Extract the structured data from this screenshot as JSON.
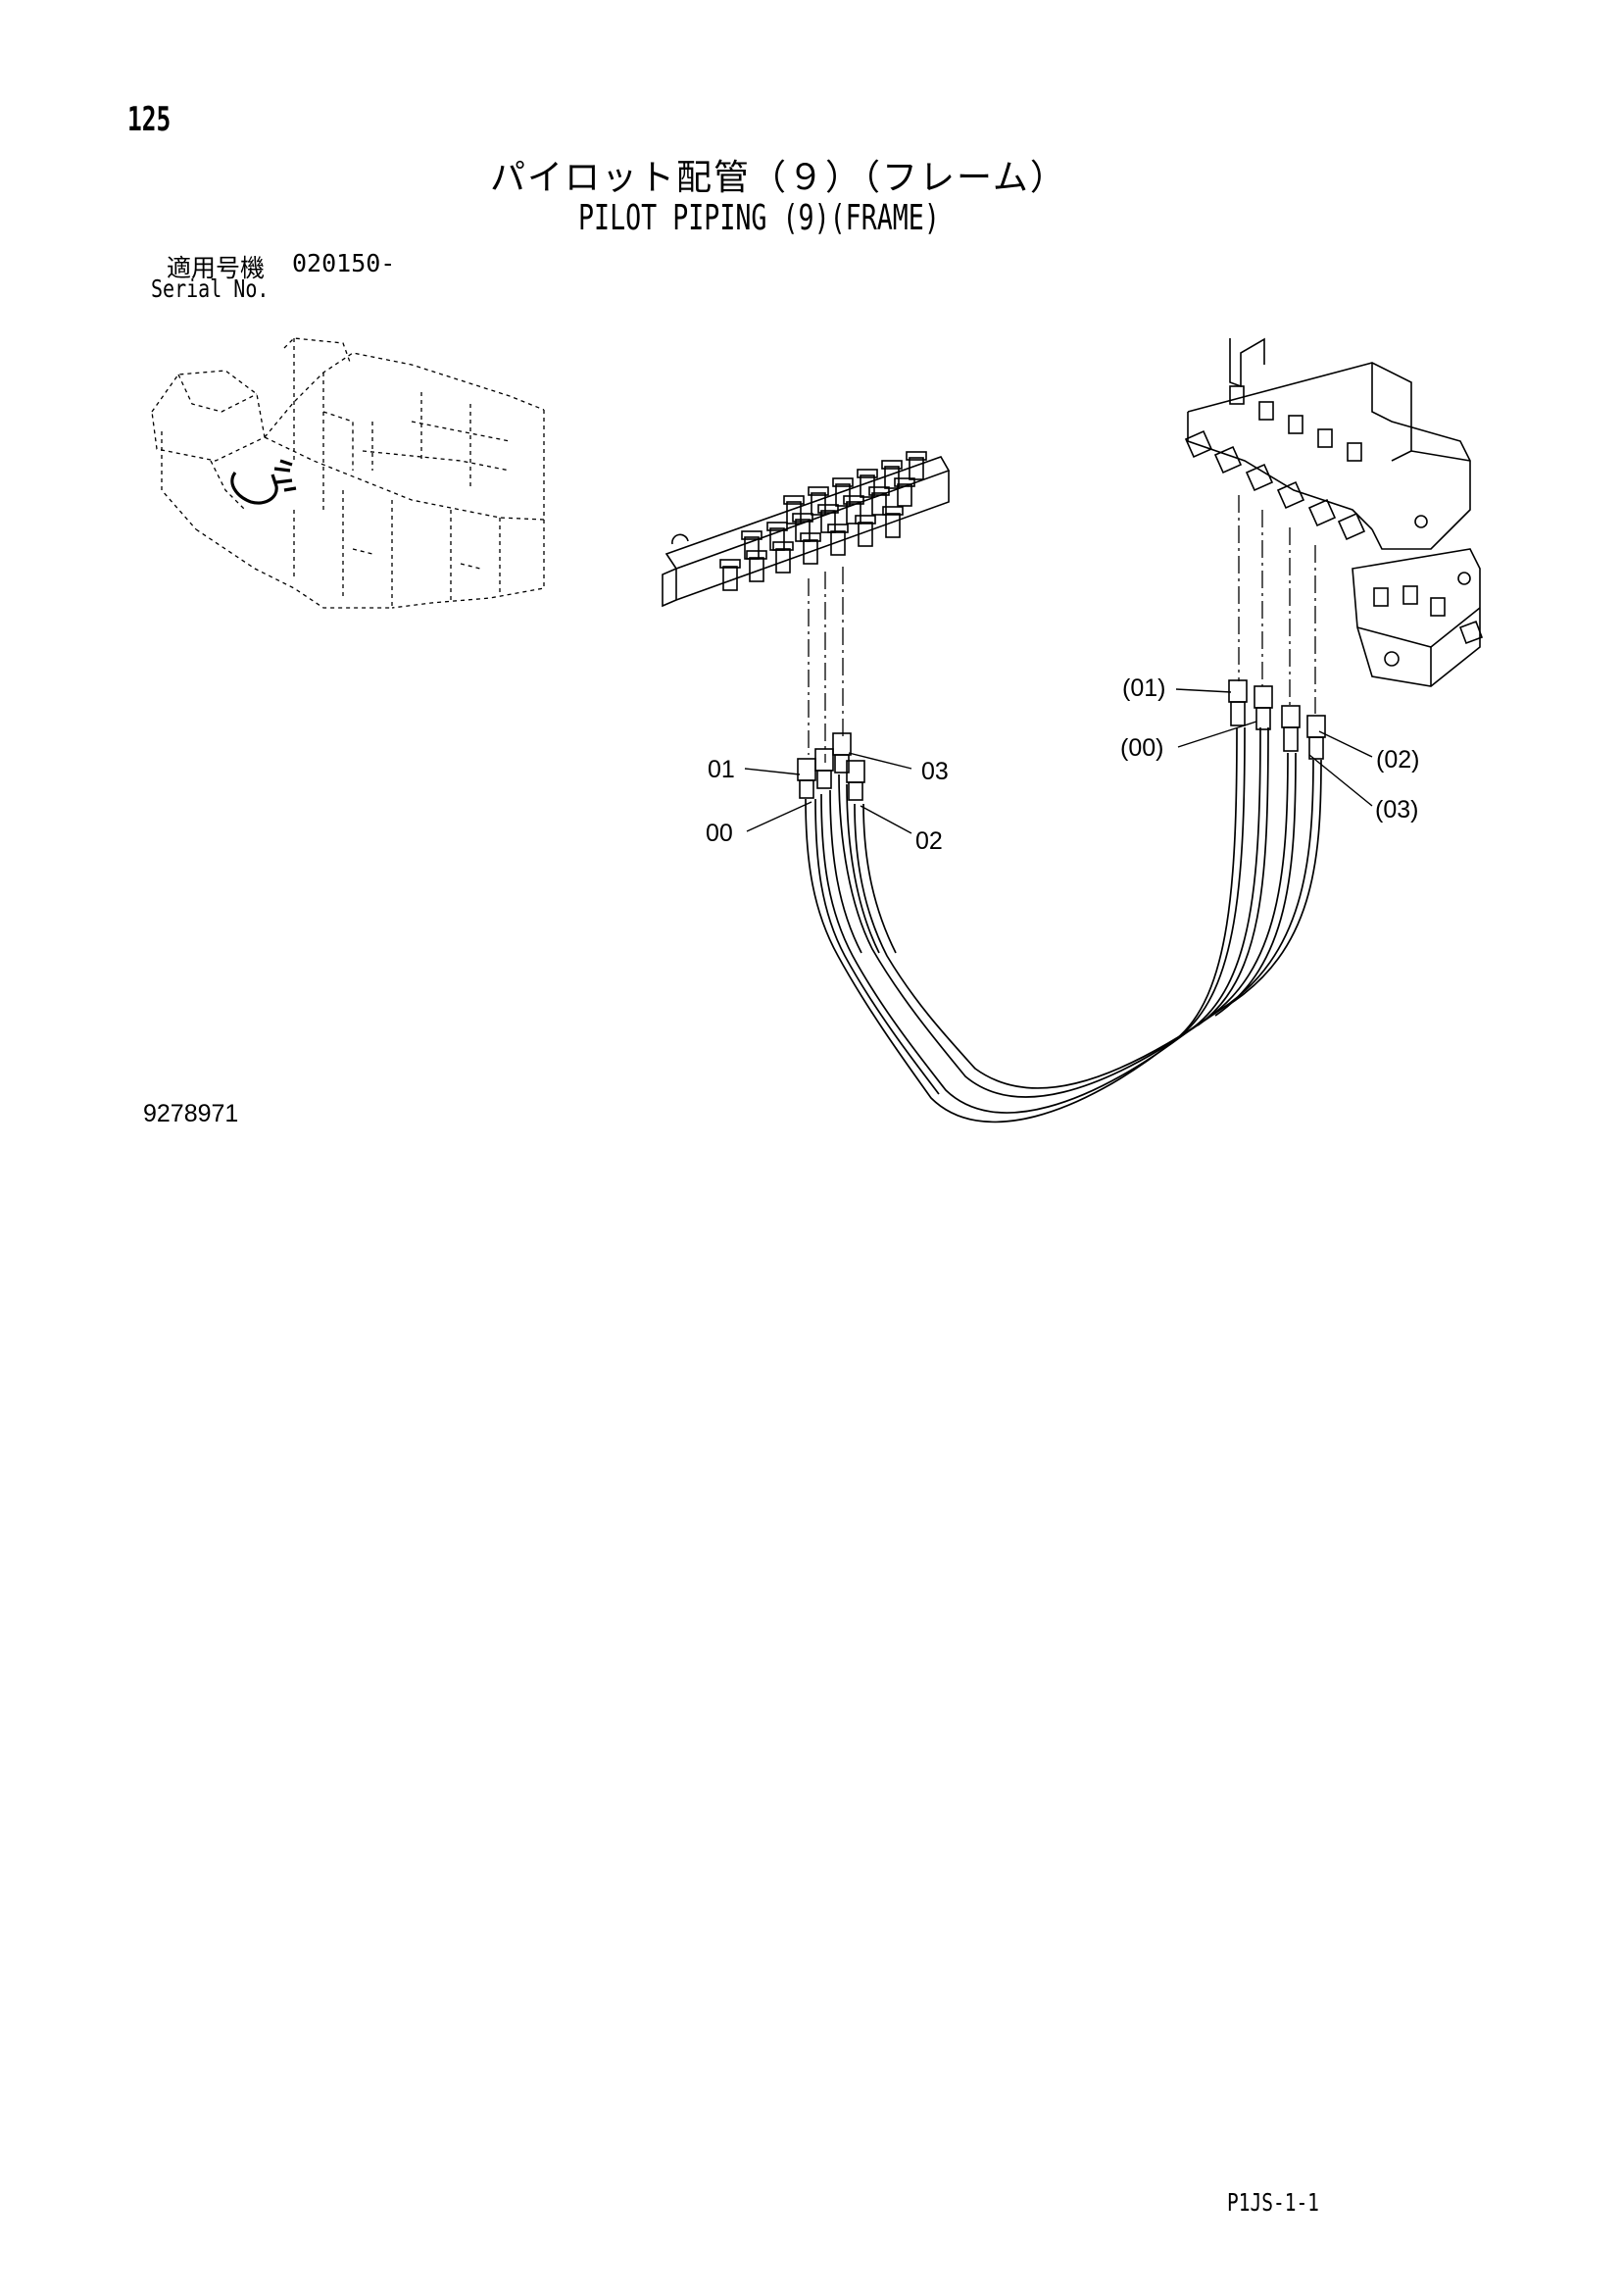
{
  "header": {
    "page_number": "125",
    "title_jp": "パイロット配管（９）（フレーム）",
    "title_en": "PILOT PIPING (9)(FRAME)"
  },
  "serial": {
    "label_jp": "適用号機",
    "number": "020150-",
    "label_en": "Serial No."
  },
  "callouts": {
    "left": [
      "01",
      "03",
      "00",
      "02"
    ],
    "right": [
      "(01)",
      "(00)",
      "(02)",
      "(03)"
    ]
  },
  "figure_id": "9278971",
  "footer": {
    "code": "P1JS-1-1"
  }
}
